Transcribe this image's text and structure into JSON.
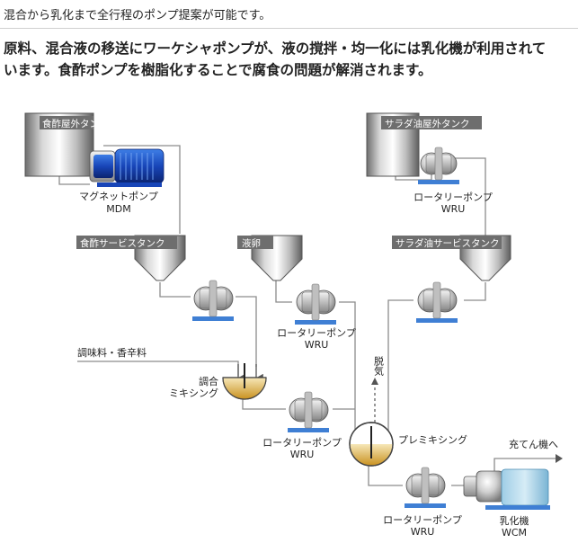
{
  "caption": "混合から乳化まで全行程のポンプ提案が可能です。",
  "heading_lines": [
    "原料、混合液の移送にワーケシャポンプが、液の撹拌・均一化には乳化機が利用されて",
    "います。食酢ポンプを樹脂化することで腐食の問題が解消されます。"
  ],
  "diagram": {
    "tanks": {
      "vinegar_outdoor": "食酢屋外タンク",
      "salad_oil_outdoor": "サラダ油屋外タンク",
      "vinegar_service": "食酢サービスタンク",
      "egg_yolk": "液卵",
      "salad_oil_service": "サラダ油サービスタンク"
    },
    "pumps": {
      "magnet_pump": [
        "マグネットポンプ",
        "MDM"
      ],
      "rotary_top_right": [
        "ロータリーポンプ",
        "WRU"
      ],
      "rotary_middle": [
        "ロータリーポンプ",
        "WRU"
      ],
      "rotary_lower": [
        "ロータリーポンプ",
        "WRU"
      ],
      "rotary_bottom": [
        "ロータリーポンプ",
        "WRU"
      ]
    },
    "seasoning": "調味料・香辛料",
    "mixing": [
      "調合",
      "ミキシング"
    ],
    "deaeration": "脱気",
    "premixing": "プレミキシング",
    "to_filling": "充てん機へ",
    "emulsifier": [
      "乳化機",
      "WCM"
    ]
  }
}
